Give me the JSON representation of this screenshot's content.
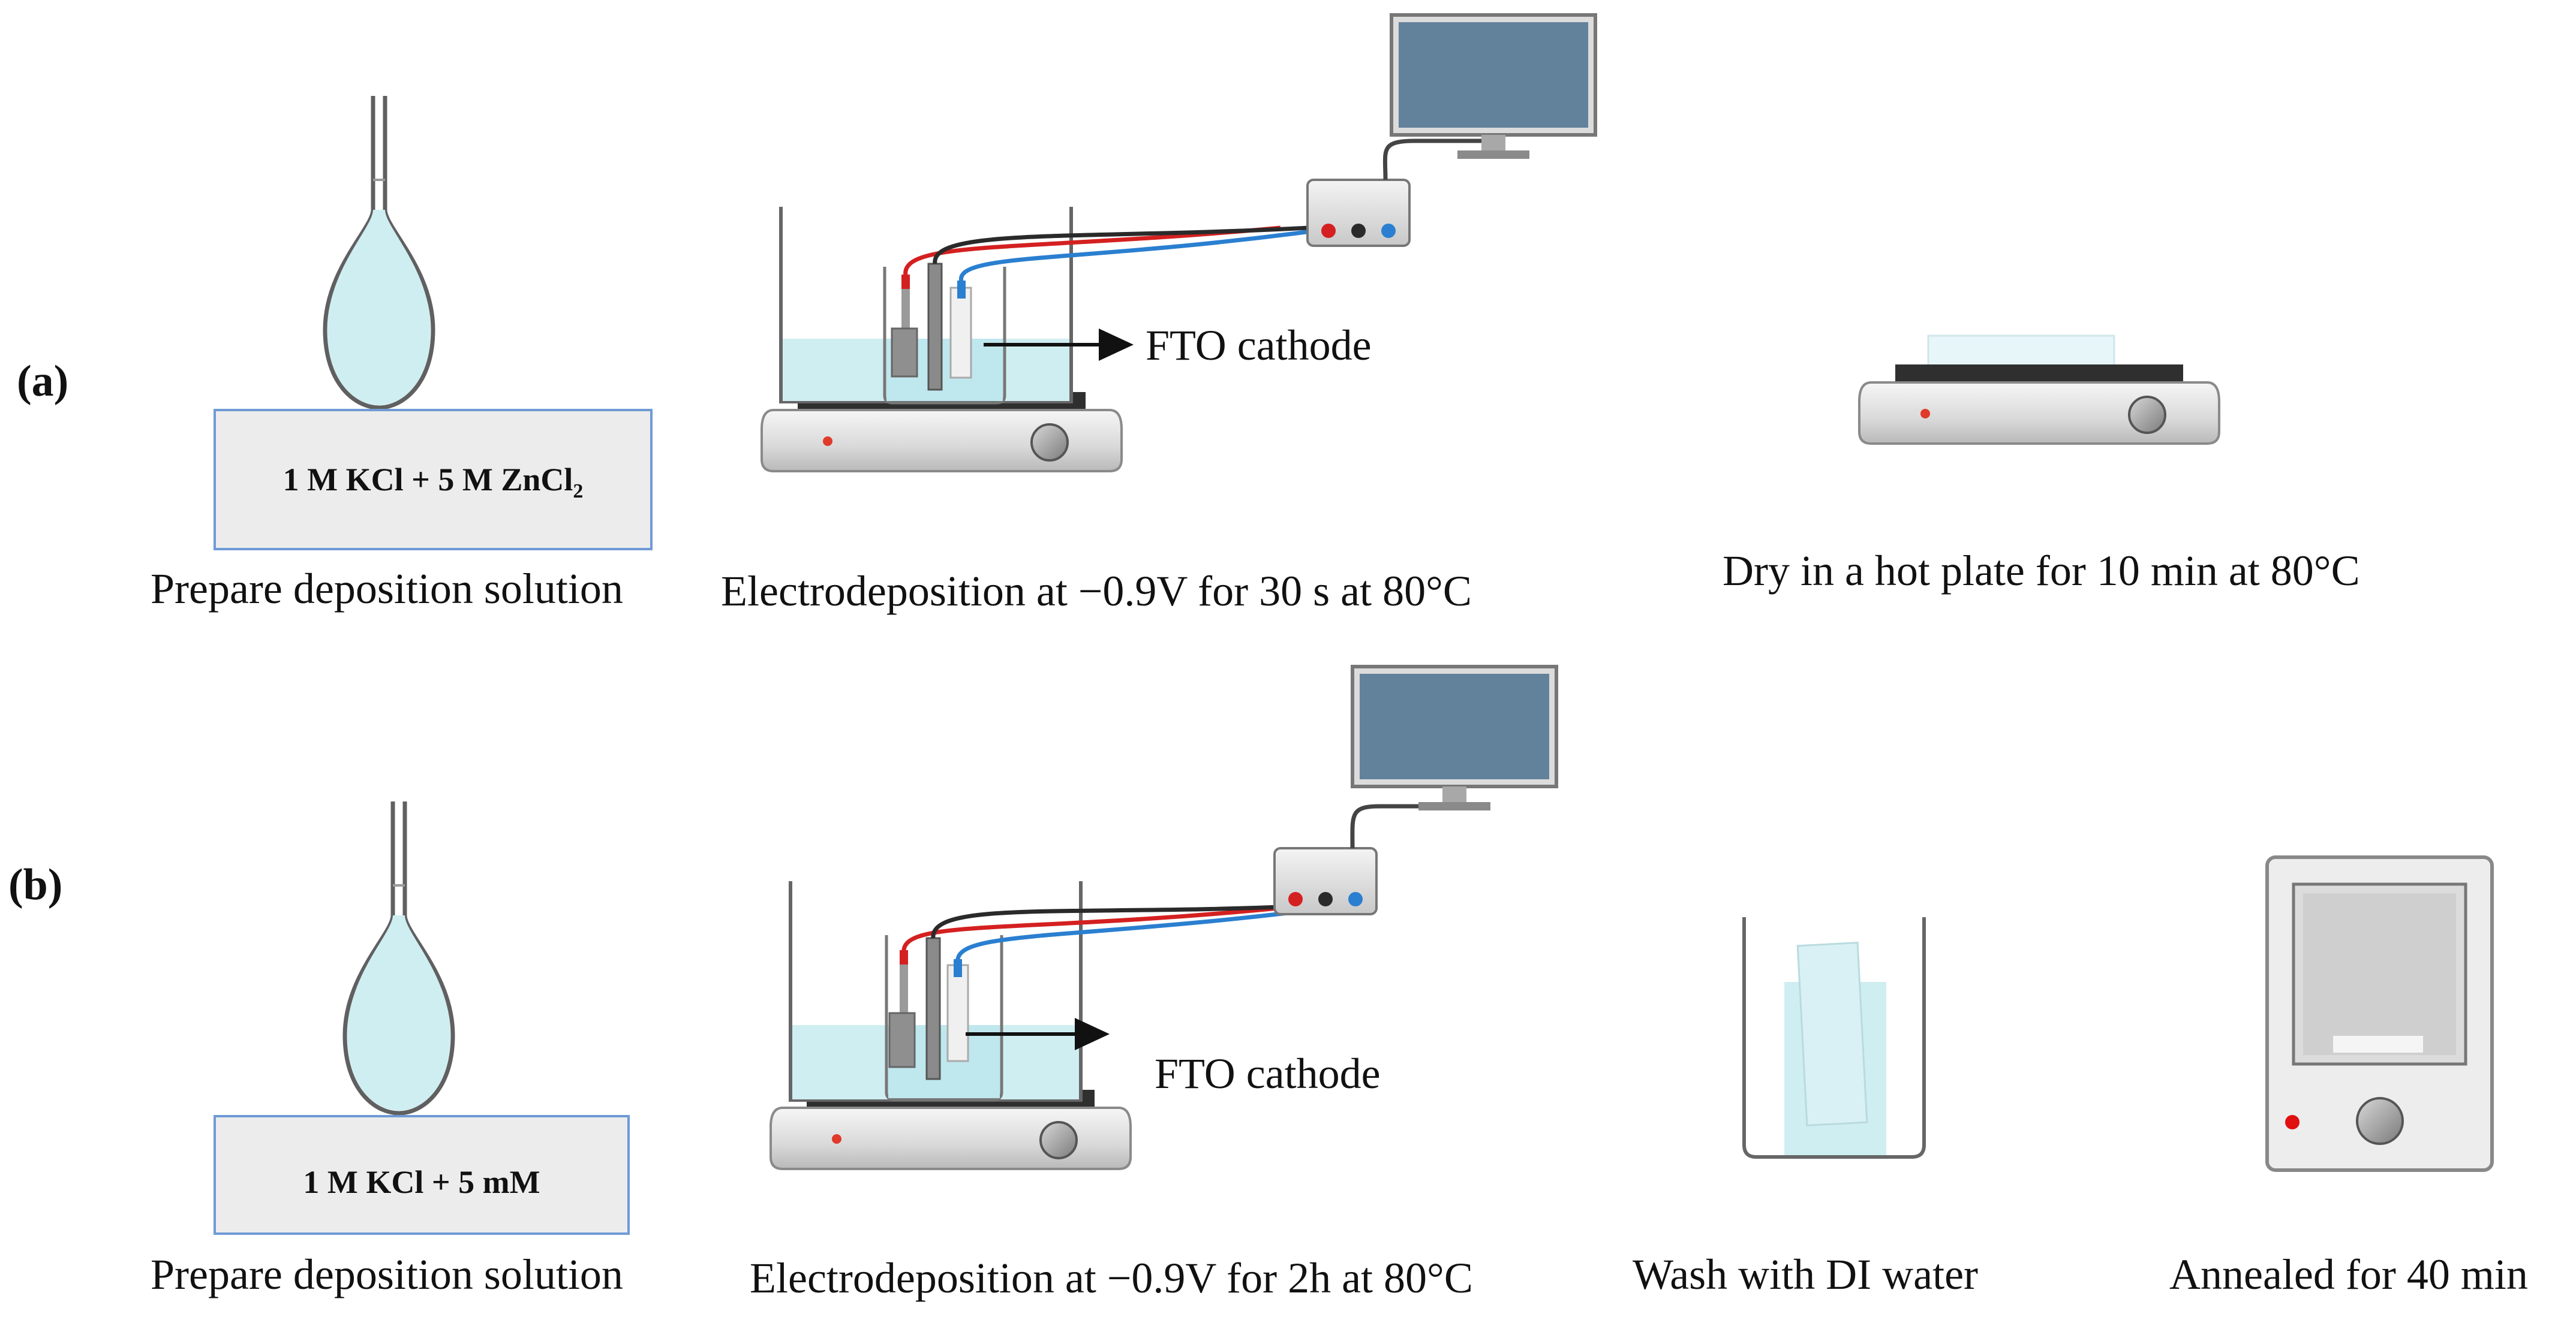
{
  "rows": [
    {
      "label": "(a)",
      "solution_text": "1 M KCl + 5 M ZnCl",
      "solution_subscript": "2",
      "electrode_label": "FTO cathode",
      "captions": {
        "prepare": "Prepare deposition solution",
        "electrodeposition": "Electrodeposition at −0.9V for 30 s at 80°C",
        "dry": "Dry in a hot plate for 10 min at 80°C"
      }
    },
    {
      "label": "(b)",
      "solution_text": "1 M KCl + 5 mM",
      "electrode_label": "FTO cathode",
      "captions": {
        "prepare": "Prepare deposition solution",
        "electrodeposition": "Electrodeposition at −0.9V for 2h at 80°C",
        "wash": "Wash with DI water",
        "anneal": "Annealed for 40 min"
      }
    }
  ],
  "colors": {
    "solution": "#cfeef2",
    "glass_stroke": "#555555",
    "monitor_screen": "#62819b",
    "box_fill": "#ececec",
    "box_stroke": "#6f9ad6",
    "wire_red": "#d42020",
    "wire_black": "#2a2a2a",
    "wire_blue": "#2a7fd0"
  },
  "icons": [
    "volumetric-flask-icon",
    "beaker-icon",
    "hot-plate-icon",
    "potentiostat-icon",
    "monitor-icon",
    "oven-icon",
    "arrow-right-icon"
  ]
}
